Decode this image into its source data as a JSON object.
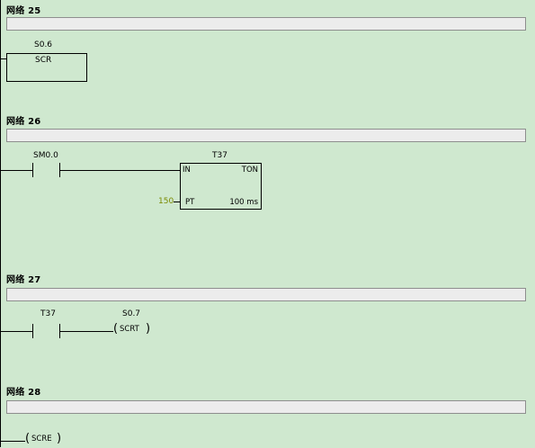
{
  "networks": [
    {
      "title": "网络 25",
      "scr": {
        "address": "S0.6",
        "label": "SCR"
      }
    },
    {
      "title": "网络 26",
      "contact": {
        "address": "SM0.0"
      },
      "timer": {
        "address": "T37",
        "type": "TON",
        "in_pin": "IN",
        "pt_pin": "PT",
        "pt_value": "150",
        "resolution": "100 ms"
      }
    },
    {
      "title": "网络 27",
      "contact": {
        "address": "T37"
      },
      "coil": {
        "address": "S0.7",
        "label": "SCRT"
      }
    },
    {
      "title": "网络 28",
      "coil": {
        "label": "SCRE"
      }
    }
  ],
  "colors": {
    "background": "#cfe8cf",
    "pt_value": "#7a8a00"
  }
}
